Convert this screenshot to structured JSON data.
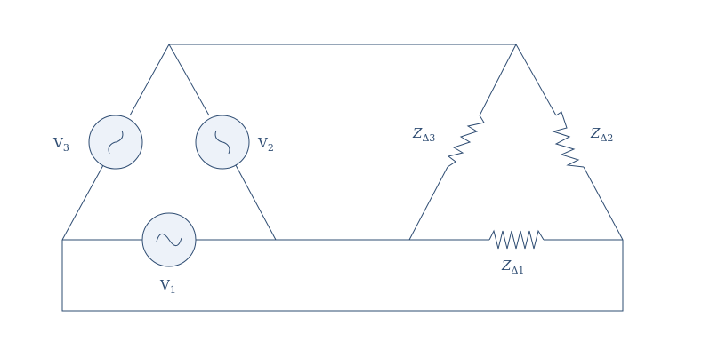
{
  "diagram": {
    "colors": {
      "stroke": "#2e4c72",
      "source_fill": "#edf2f9"
    },
    "sources": [
      {
        "id": "v1",
        "label": "V",
        "sub": "1"
      },
      {
        "id": "v2",
        "label": "V",
        "sub": "2"
      },
      {
        "id": "v3",
        "label": "V",
        "sub": "3"
      }
    ],
    "impedances": [
      {
        "id": "z1",
        "label": "Z",
        "sub": "Δ1"
      },
      {
        "id": "z2",
        "label": "Z",
        "sub": "Δ2"
      },
      {
        "id": "z3",
        "label": "Z",
        "sub": "Δ3"
      }
    ]
  }
}
